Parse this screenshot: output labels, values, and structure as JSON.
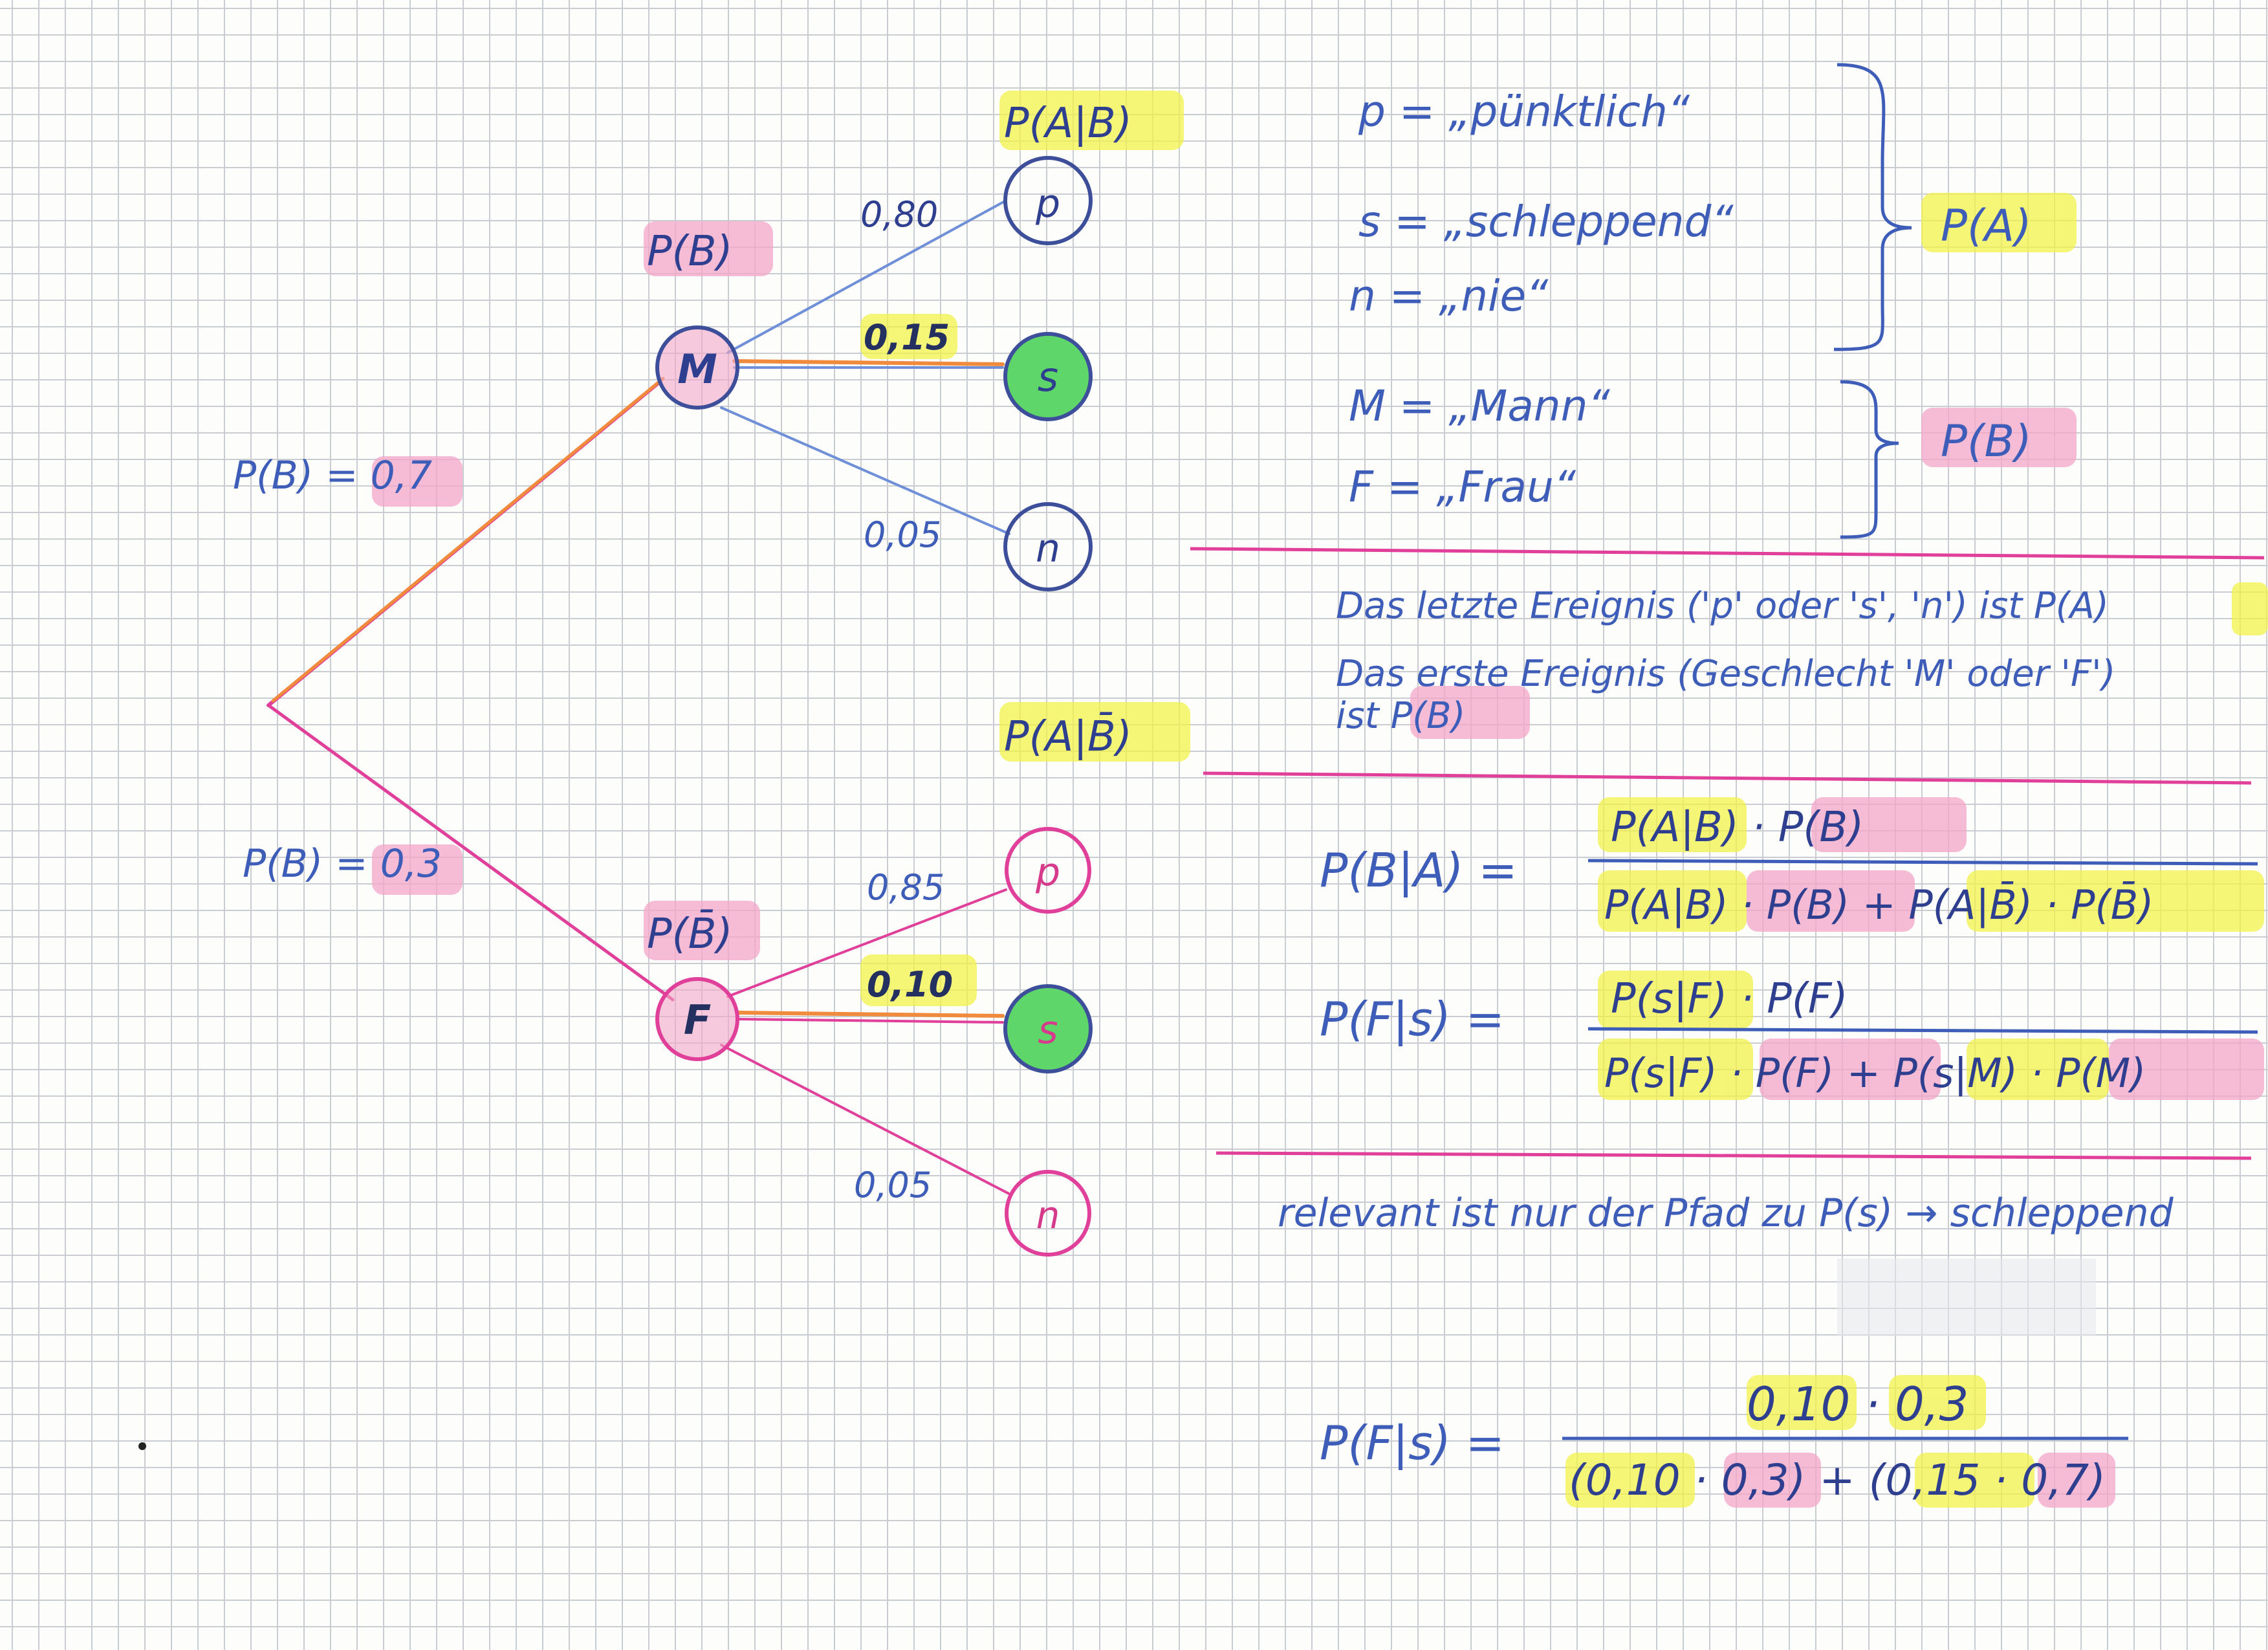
{
  "tree": {
    "node_labels": {
      "upper_group": "P(B)",
      "lower_group": "P(B̄)",
      "upper_leaf_group": "P(A|B)",
      "lower_leaf_group": "P(A|B̄)"
    },
    "first_level": [
      {
        "node": "M",
        "edge_label": "P(B) = 0,7"
      },
      {
        "node": "F",
        "edge_label": "P(B) = 0,3"
      }
    ],
    "upper_leaves": [
      {
        "node": "p",
        "prob": "0,80"
      },
      {
        "node": "s",
        "prob": "0,15"
      },
      {
        "node": "n",
        "prob": "0,05"
      }
    ],
    "lower_leaves": [
      {
        "node": "p",
        "prob": "0,85"
      },
      {
        "node": "s",
        "prob": "0,10"
      },
      {
        "node": "n",
        "prob": "0,05"
      }
    ]
  },
  "legend": {
    "a_lines": [
      "p = „pünktlich“",
      "s = „schleppend“",
      "n = „nie“"
    ],
    "a_label": "P(A)",
    "b_lines": [
      "M = „Mann“",
      "F = „Frau“"
    ],
    "b_label": "P(B)"
  },
  "notes": {
    "line1": "Das letzte Ereignis ('p' oder 's', 'n') ist P(A)",
    "line2": "Das erste Ereignis (Geschlecht 'M' oder 'F')",
    "line3": "ist P(B)"
  },
  "formulas": {
    "bayes_lhs": "P(B|A) =",
    "bayes_num": "P(A|B) · P(B)",
    "bayes_den": "P(A|B) · P(B) + P(A|B̄) · P(B̄)",
    "fs_lhs": "P(F|s) =",
    "fs_num": "P(s|F) · P(F)",
    "fs_den": "P(s|F) · P(F) + P(s|M) · P(M)"
  },
  "relevance_note": "relevant ist nur der Pfad zu P(s) → schleppend",
  "final": {
    "lhs": "P(F|s) =",
    "num": "0,10 · 0,3",
    "den": "(0,10 · 0,3) + (0,15 · 0,7)"
  },
  "colors": {
    "ink_blue": "#3d5db8",
    "ink_pink": "#e0409a",
    "highlight_yellow": "#f1f24a",
    "highlight_pink": "#f3a6c8",
    "highlight_green": "#5fd66a",
    "path_orange": "#f08a3c"
  }
}
